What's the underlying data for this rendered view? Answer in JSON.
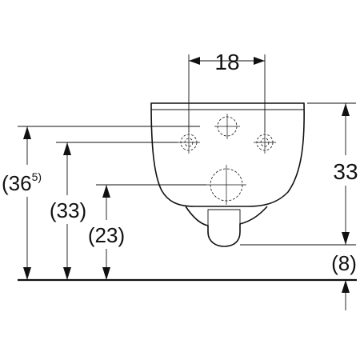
{
  "dimensions": {
    "width_label": "18",
    "height_right_label": "33",
    "floor_gap_label": "(8)",
    "total_height_label_main": "(36",
    "total_height_label_sup": "5)",
    "inner_height_label": "(33)",
    "outlet_height_label": "(23)"
  }
}
